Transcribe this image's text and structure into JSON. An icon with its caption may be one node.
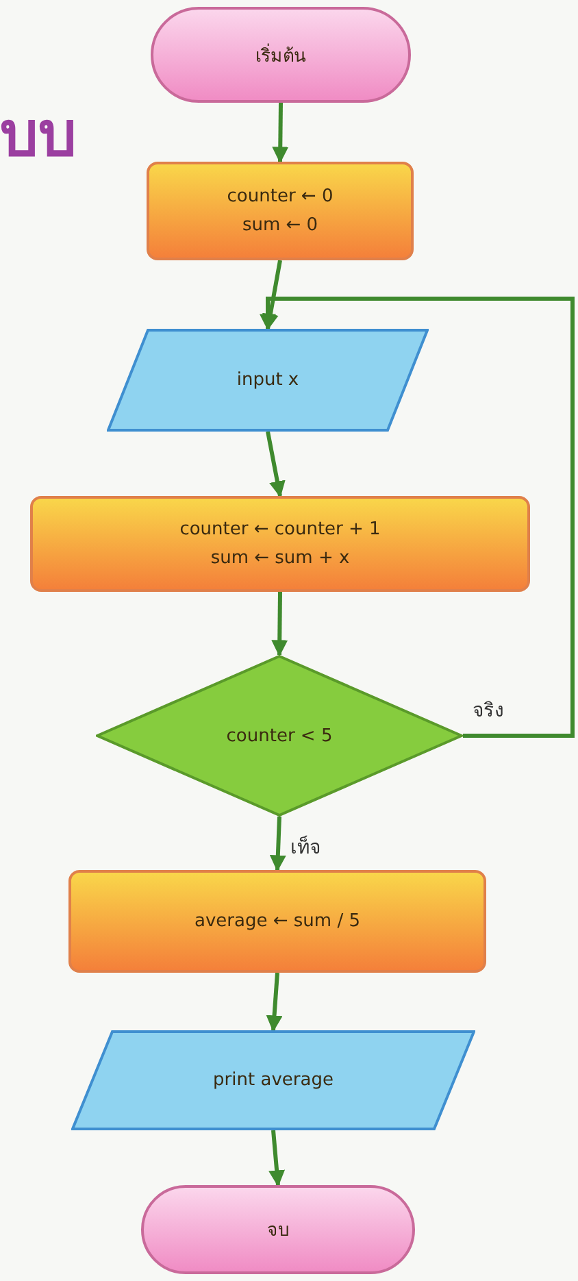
{
  "diagram": {
    "nodes": [
      {
        "text": [
          "เริ่มต้น"
        ]
      },
      {
        "text": [
          "counter ← 0",
          "sum ← 0"
        ]
      },
      {
        "text": [
          "input x"
        ]
      },
      {
        "text": [
          "counter ← counter + 1",
          "sum ← sum + x"
        ]
      },
      {
        "text": [
          "counter < 5"
        ]
      },
      {
        "text": [
          "average ← sum / 5"
        ]
      },
      {
        "text": [
          "print average"
        ]
      },
      {
        "text": [
          "จบ"
        ]
      }
    ],
    "edges": [
      {
        "from": 0,
        "to": 1,
        "arrow": "to"
      },
      {
        "from": 1,
        "to": 2,
        "arrow": "to"
      },
      {
        "from": 2,
        "to": 3,
        "arrow": "to"
      },
      {
        "from": 3,
        "to": 4,
        "arrow": "to"
      },
      {
        "from": 4,
        "to": 2,
        "arrow": "to",
        "label": "จริง"
      },
      {
        "from": 4,
        "to": 5,
        "arrow": "to",
        "label": "เท็จ"
      },
      {
        "from": 5,
        "to": 6,
        "arrow": "to"
      },
      {
        "from": 6,
        "to": 7,
        "arrow": "to"
      }
    ],
    "labels": [
      "บบ"
    ]
  }
}
